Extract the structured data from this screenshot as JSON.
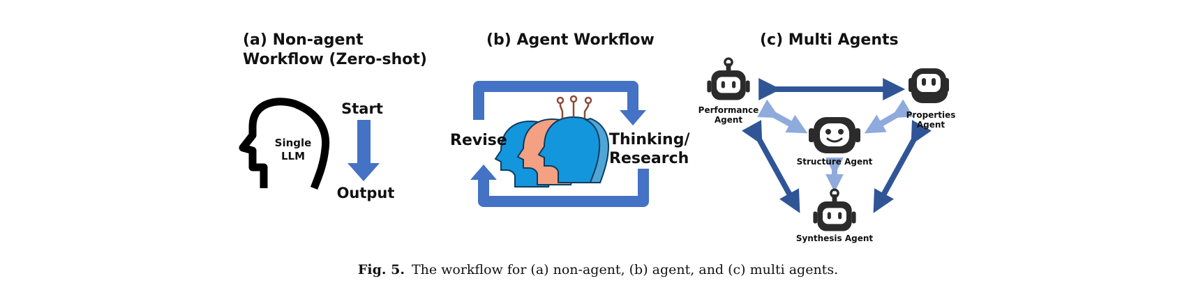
{
  "panel_a": {
    "title_line1": "(a) Non-agent",
    "title_line2": "Workflow (Zero-shot)",
    "head_label_line1": "Single",
    "head_label_line2": "LLM",
    "start_label": "Start",
    "output_label": "Output"
  },
  "panel_b": {
    "title": "(b) Agent Workflow",
    "revise_label": "Revise",
    "thinking_line1": "Thinking/",
    "thinking_line2": "Research"
  },
  "panel_c": {
    "title": "(c) Multi Agents",
    "performance_line1": "Performance",
    "performance_line2": "Agent",
    "properties_line1": "Properties",
    "properties_line2": "Agent",
    "structure_label": "Structure Agent",
    "synthesis_label": "Synthesis Agent"
  },
  "caption": {
    "fig_label": "Fig. 5.",
    "text": "The workflow for (a) non-agent, (b) agent, and (c) multi agents."
  },
  "colors": {
    "arrow_blue": "#4472C4",
    "dark_blue": "#2F5597",
    "light_blue": "#8FAADC",
    "head_blue": "#1496DC",
    "head_salmon": "#F4A083",
    "head_teal": "#4FA6D6",
    "robot_dark": "#2B2B2B",
    "wire_brown": "#8B4A3A"
  },
  "icons": [
    "head-outline-icon",
    "robot-icon",
    "wired-heads-icon"
  ]
}
